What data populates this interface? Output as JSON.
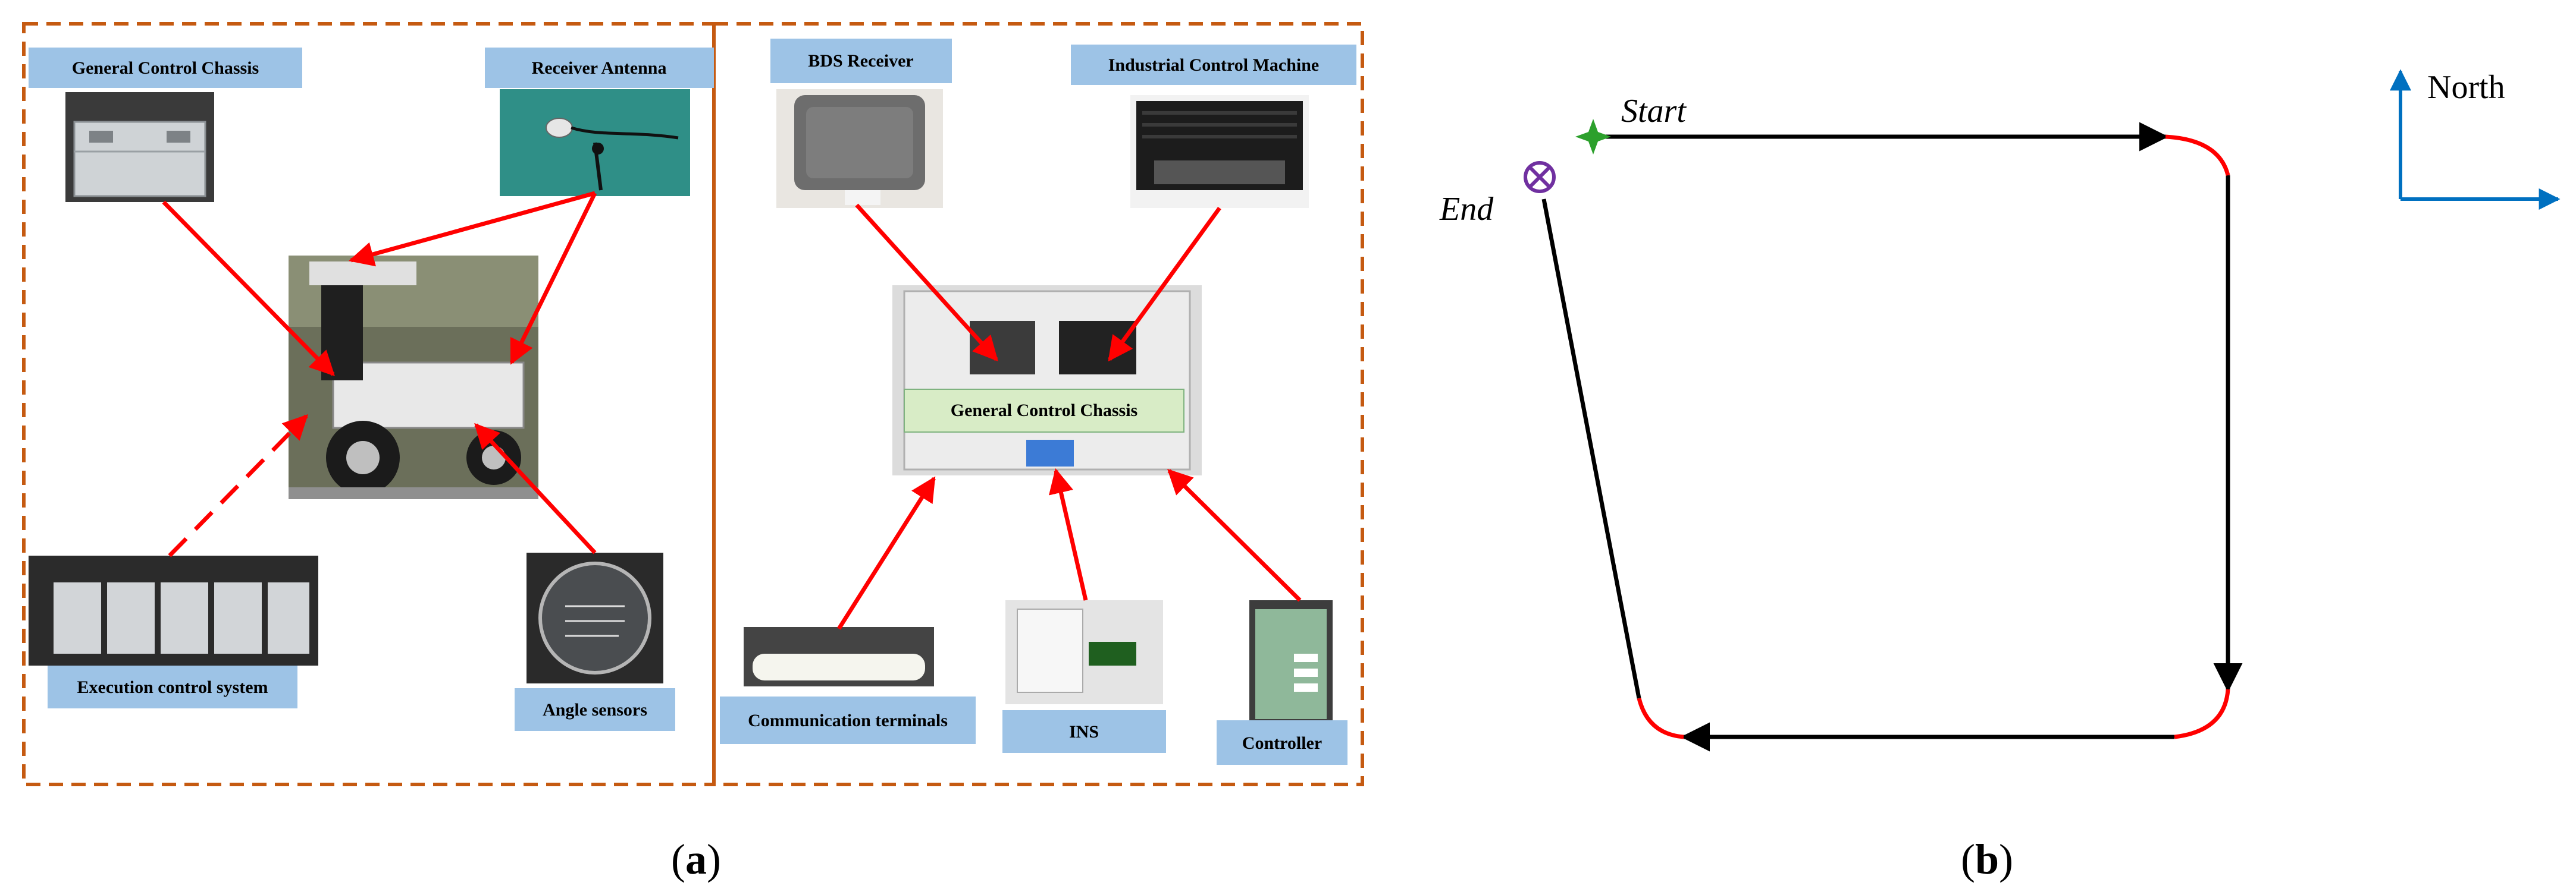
{
  "panel_a": {
    "labels": {
      "general_control_chassis": "General Control Chassis",
      "receiver_antenna": "Receiver Antenna",
      "bds_receiver": "BDS Receiver",
      "industrial_control_machine": "Industrial Control Machine",
      "general_control_chassis_inner": "General Control Chassis",
      "execution_control_system": "Execution control system",
      "angle_sensors": "Angle sensors",
      "communication_terminals": "Communication terminals",
      "ins": "INS",
      "controller": "Controller"
    },
    "caption": {
      "open": "(",
      "letter": "a",
      "close": ")"
    }
  },
  "panel_b": {
    "start_label": "Start",
    "end_label": "End",
    "north_label": "North",
    "caption": {
      "open": "(",
      "letter": "b",
      "close": ")"
    }
  },
  "colors": {
    "label_box": "#9dc3e6",
    "inner_label_box": "#d8ecc6",
    "dashed_border": "#c55a11",
    "arrow_red": "#ff0000",
    "path_black": "#000000",
    "north_arrow": "#0070c0",
    "start_marker": "#2ca02c",
    "end_marker": "#7030a0"
  }
}
